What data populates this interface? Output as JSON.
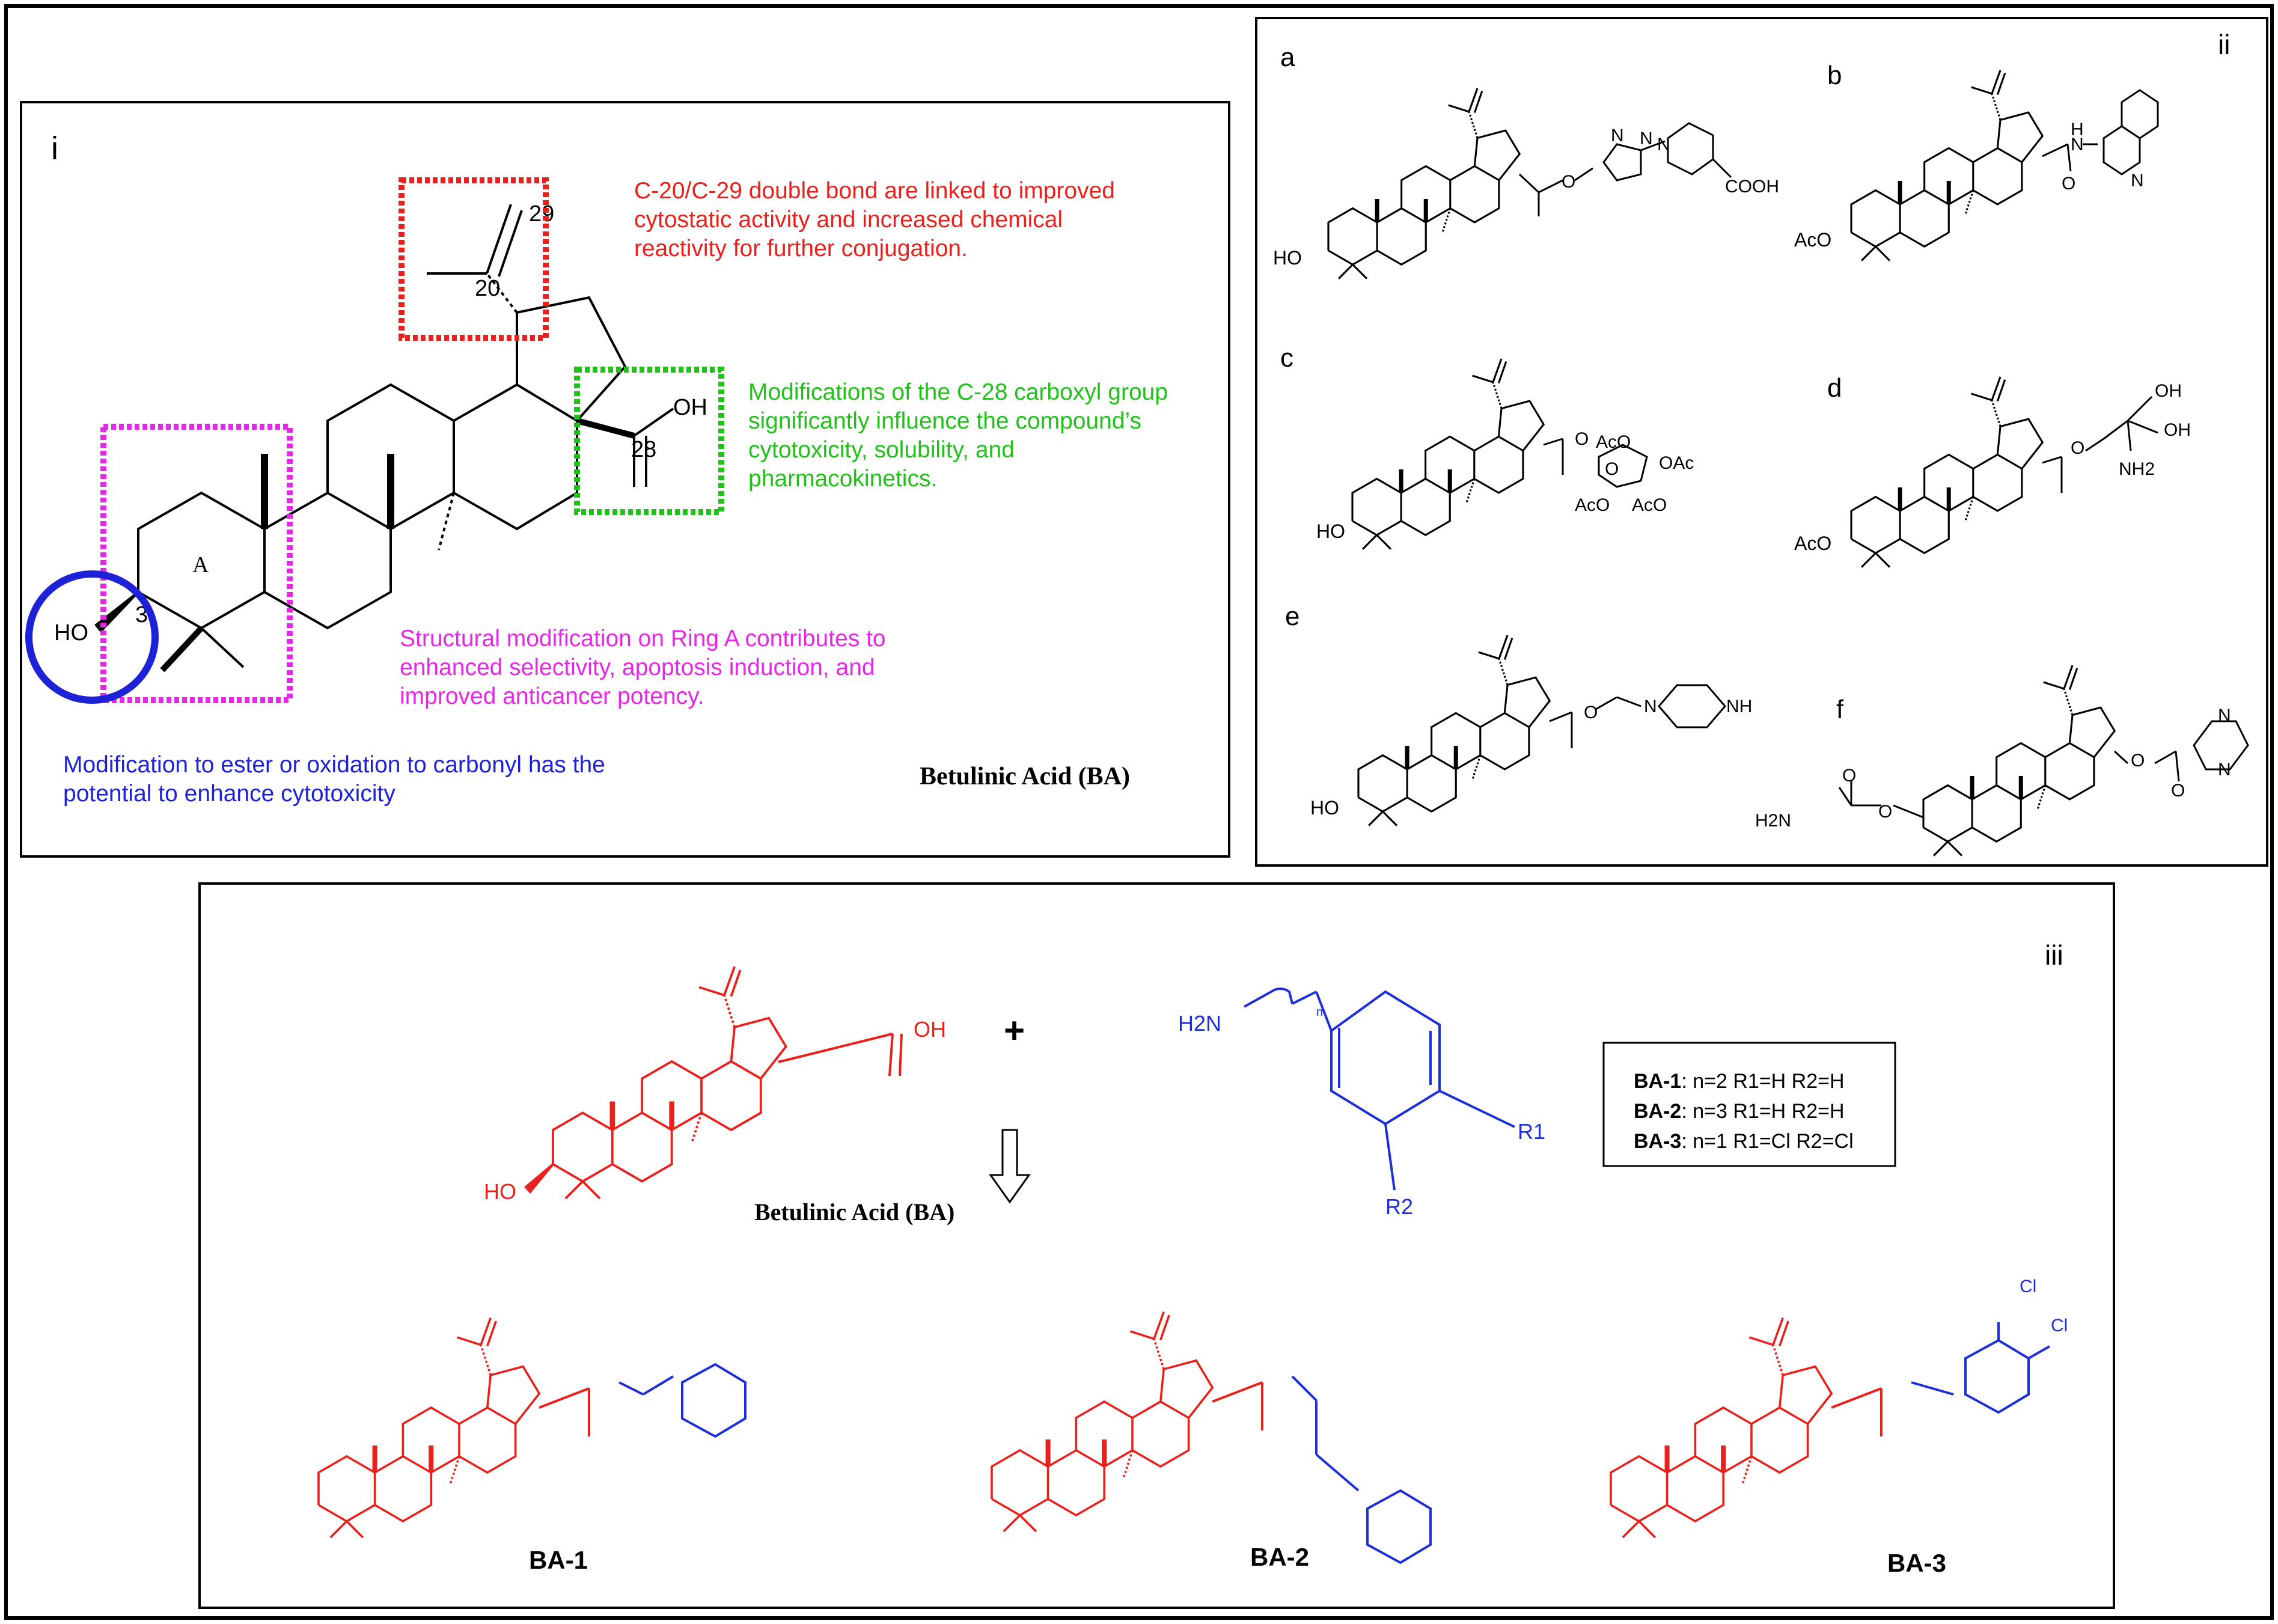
{
  "panel_i": {
    "label": "i",
    "atoms": {
      "c29": "29",
      "c20": "20",
      "oh": "OH",
      "c28": "28",
      "ho": "HO",
      "c3": "3",
      "ring_a": "A"
    },
    "annotation_red": [
      "C-20/C-29 double bond are linked to improved",
      "cytostatic activity and increased chemical",
      "reactivity for further conjugation."
    ],
    "annotation_green": [
      "Modifications of the C-28 carboxyl group",
      "significantly influence the compound’s",
      "cytotoxicity, solubility, and",
      "pharmacokinetics."
    ],
    "annotation_magenta": [
      "Structural modification on Ring A contributes to",
      "enhanced selectivity, apoptosis induction, and",
      "improved anticancer potency."
    ],
    "annotation_blue": [
      "Modification to ester or oxidation to carbonyl has the",
      "potential to enhance cytotoxicity"
    ],
    "compound_name": "Betulinic Acid (BA)"
  },
  "panel_ii": {
    "label": "ii",
    "items": [
      {
        "letter": "a",
        "r3": "HO",
        "substituent": [
          "O",
          "N",
          "N",
          "N",
          "COOH"
        ]
      },
      {
        "letter": "b",
        "r3": "AcO",
        "substituent": [
          "O",
          "H",
          "N",
          "N"
        ]
      },
      {
        "letter": "c",
        "r3": "HO",
        "substituent": [
          "O",
          "AcO",
          "OAc",
          "AcO",
          "AcO",
          "O"
        ]
      },
      {
        "letter": "d",
        "r3": "AcO",
        "substituent": [
          "O",
          "OH",
          "OH",
          "NH2"
        ]
      },
      {
        "letter": "e",
        "r3": "HO",
        "substituent": [
          "O",
          "N",
          "NH"
        ]
      },
      {
        "letter": "f",
        "r3": "O",
        "substituent": [
          "O",
          "N",
          "N",
          "O",
          "H2N",
          "O"
        ]
      }
    ]
  },
  "panel_iii": {
    "label": "iii",
    "reactant_ba": {
      "oh": "OH",
      "ho": "HO",
      "name": "Betulinic Acid (BA)"
    },
    "plus": "+",
    "amine": {
      "h2n": "H2N",
      "n": "n",
      "r1": "R1",
      "r2": "R2"
    },
    "legend": [
      {
        "name": "BA-1",
        "rest": ": n=2 R1=H R2=H"
      },
      {
        "name": "BA-2",
        "rest": ": n=3 R1=H R2=H"
      },
      {
        "name": "BA-3",
        "rest": ": n=1 R1=Cl R2=Cl"
      }
    ],
    "products": [
      {
        "name": "BA-1"
      },
      {
        "name": "BA-2"
      },
      {
        "name": "BA-3",
        "cl": "Cl"
      }
    ]
  },
  "colors": {
    "red": "#e8211c",
    "green": "#22c01a",
    "magenta": "#e528e5",
    "blue": "#1e22d6",
    "amine_blue": "#1e2ed8",
    "black": "#000000"
  }
}
